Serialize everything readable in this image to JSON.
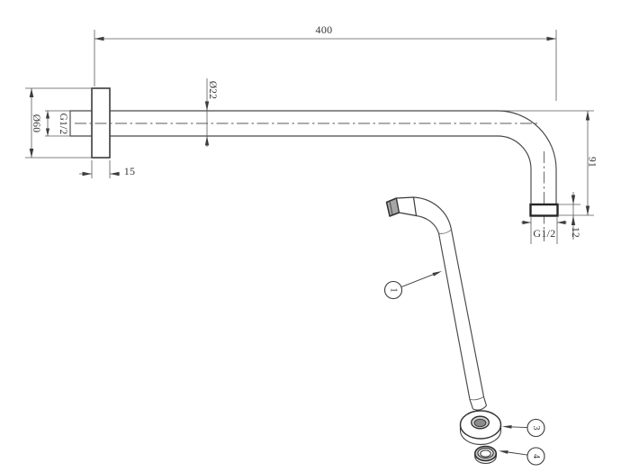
{
  "top_view": {
    "dim_length": "400",
    "dim_flange_diameter": "Ø60",
    "dim_wall_thread": "G1/2",
    "dim_flange_depth": "15",
    "dim_tube_diameter": "Ø22",
    "dim_drop_height": "91",
    "dim_tip_length": "12",
    "dim_outlet_thread": "G1/2"
  },
  "iso_view": {
    "callouts": [
      {
        "number": "1"
      },
      {
        "number": "3"
      },
      {
        "number": "4"
      }
    ]
  },
  "colors": {
    "line": "#474747",
    "bold_line": "#262626",
    "text": "#363636",
    "background": "#ffffff",
    "shading": "#a6a6a6"
  }
}
